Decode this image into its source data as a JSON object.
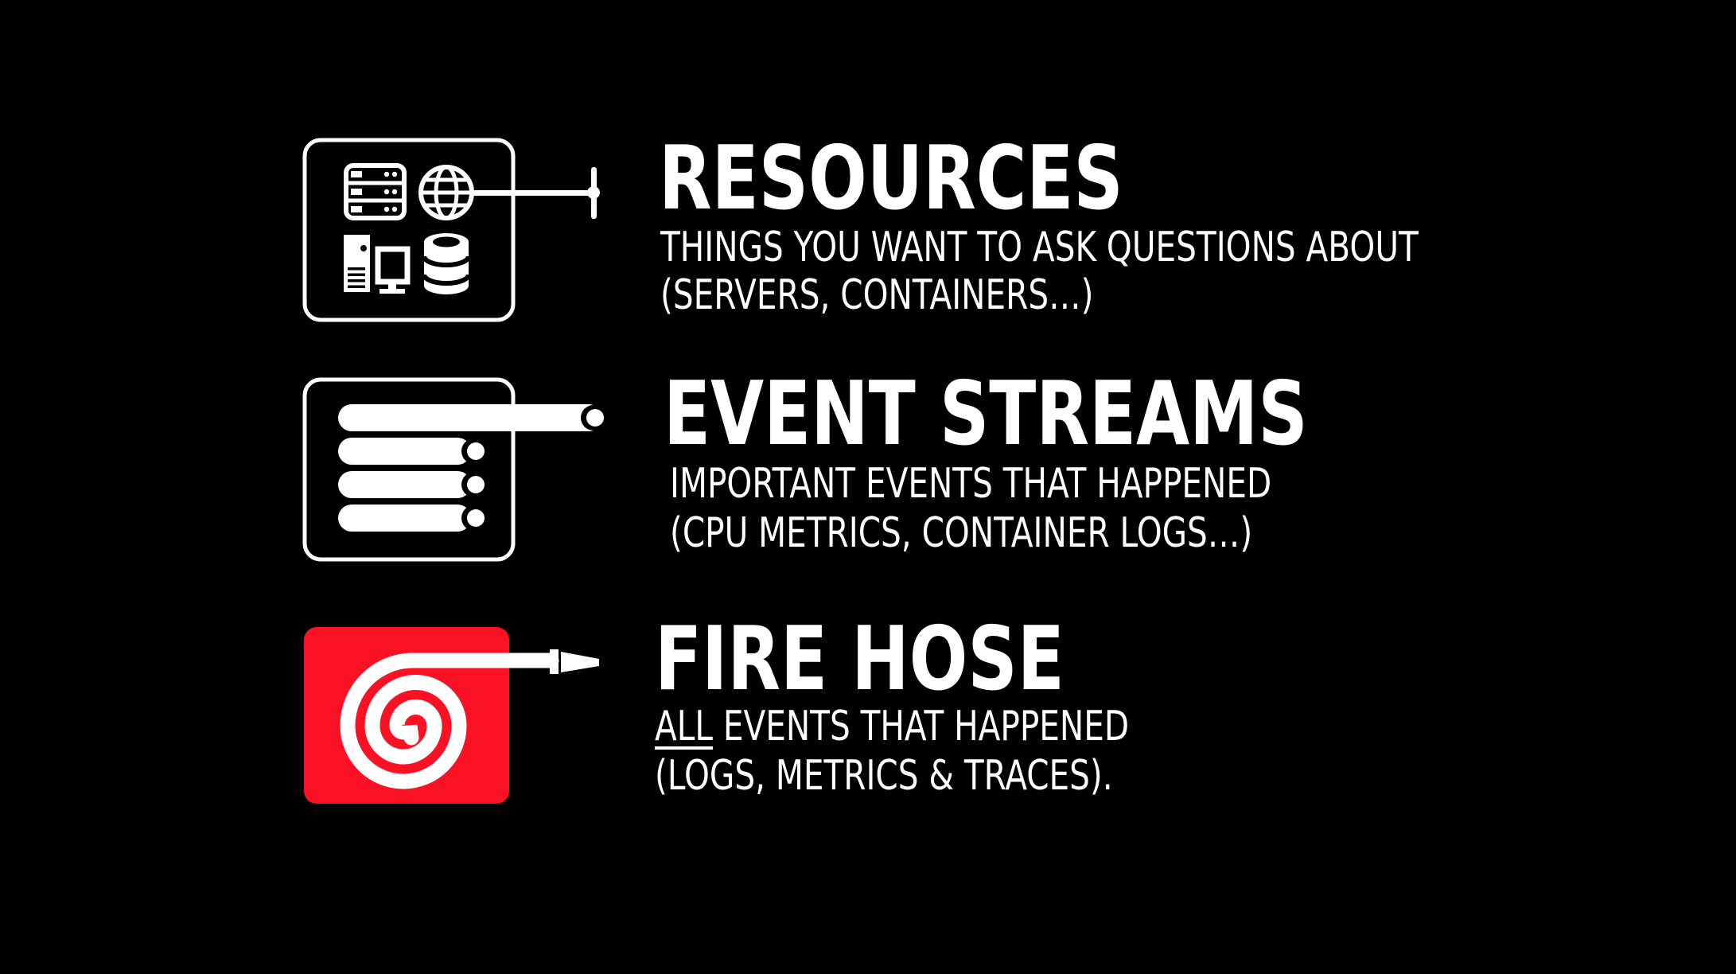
{
  "slide": {
    "kind": "presentation-slide",
    "colors": {
      "background": "#000000",
      "foreground": "#ffffff",
      "fire_hose_red": "#fb1124"
    }
  },
  "rows": [
    {
      "title": "RESOURCES",
      "line1": "THINGS YOU WANT TO ASK QUESTIONS ABOUT",
      "line2": "(SERVERS, CONTAINERS…)",
      "icon": "resources-icon"
    },
    {
      "title": "EVENT STREAMS",
      "line1": "IMPORTANT EVENTS THAT HAPPENED",
      "line2": "(CPU METRICS, CONTAINER LOGS…)",
      "icon": "event-streams-icon"
    },
    {
      "title": "FIRE HOSE",
      "line1_emphasis": "ALL",
      "line1_rest": " EVENTS THAT HAPPENED",
      "line2": "(LOGS, METRICS & TRACES).",
      "icon": "fire-hose-icon"
    }
  ]
}
